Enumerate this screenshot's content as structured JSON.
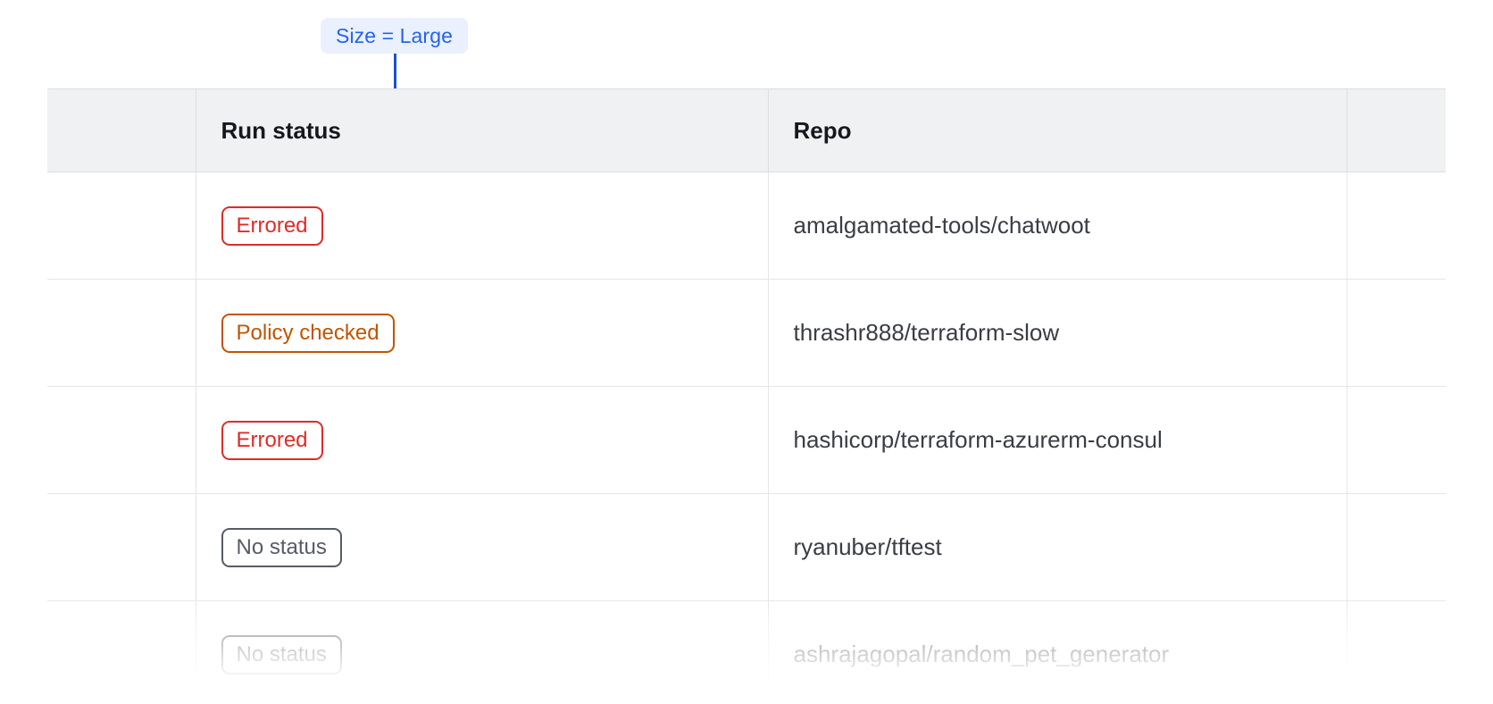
{
  "callout": {
    "label": "Size = Large",
    "accent_color": "#2563eb",
    "background_color": "#eaf0fe",
    "connector_color": "#1d4ed8"
  },
  "table": {
    "columns": [
      {
        "key": "check",
        "label": ""
      },
      {
        "key": "status",
        "label": "Run status"
      },
      {
        "key": "repo",
        "label": "Repo"
      },
      {
        "key": "tail",
        "label": ""
      }
    ],
    "rows": [
      {
        "status": "Errored",
        "status_kind": "errored",
        "repo": "amalgamated-tools/chatwoot"
      },
      {
        "status": "Policy checked",
        "status_kind": "policy",
        "repo": "thrashr888/terraform-slow"
      },
      {
        "status": "Errored",
        "status_kind": "errored",
        "repo": "hashicorp/terraform-azurerm-consul"
      },
      {
        "status": "No status",
        "status_kind": "none",
        "repo": "ryanuber/tftest"
      },
      {
        "status": "No status",
        "status_kind": "none",
        "repo": "ashrajagopal/random_pet_generator"
      }
    ],
    "status_colors": {
      "errored": "#e02b27",
      "policy": "#c25400",
      "none": "#565b66"
    },
    "header_background": "#f0f1f3",
    "border_color": "#dcdee2"
  }
}
